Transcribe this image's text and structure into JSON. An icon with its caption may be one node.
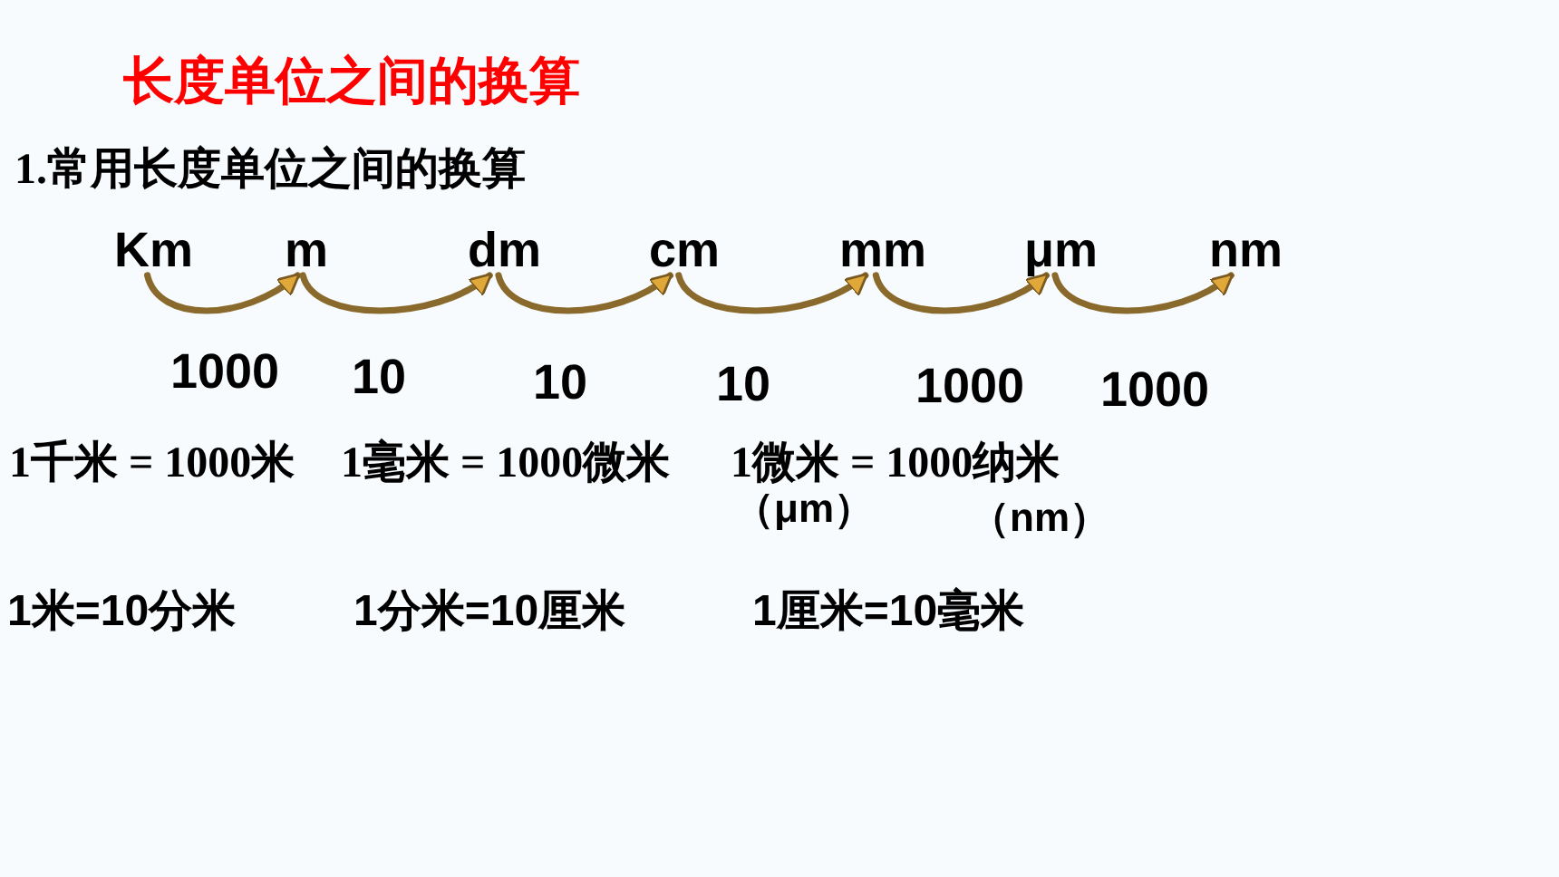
{
  "diagram": {
    "title": "长度单位之间的换算",
    "nodes": [
      {
        "text": [
          "Km"
        ]
      },
      {
        "text": [
          "m"
        ]
      },
      {
        "text": [
          "dm"
        ]
      },
      {
        "text": [
          "cm"
        ]
      },
      {
        "text": [
          "mm"
        ]
      },
      {
        "text": [
          "μm"
        ]
      },
      {
        "text": [
          "nm"
        ]
      }
    ],
    "edges": [
      {
        "from": 0,
        "to": 1,
        "arrow": "to",
        "label": "1000"
      },
      {
        "from": 1,
        "to": 2,
        "arrow": "to",
        "label": "10"
      },
      {
        "from": 2,
        "to": 3,
        "arrow": "to",
        "label": "10"
      },
      {
        "from": 3,
        "to": 4,
        "arrow": "to",
        "label": "10"
      },
      {
        "from": 4,
        "to": 5,
        "arrow": "to",
        "label": "1000"
      },
      {
        "from": 5,
        "to": 6,
        "arrow": "to",
        "label": "1000"
      }
    ],
    "labels": [
      "1.常用长度单位之间的换算",
      "1千米 = 1000米",
      "1毫米 = 1000微米",
      "1微米 = 1000纳米",
      "（μm）",
      "（nm）",
      "1米=10分米",
      "1分米=10厘米",
      "1厘米=10毫米"
    ]
  }
}
